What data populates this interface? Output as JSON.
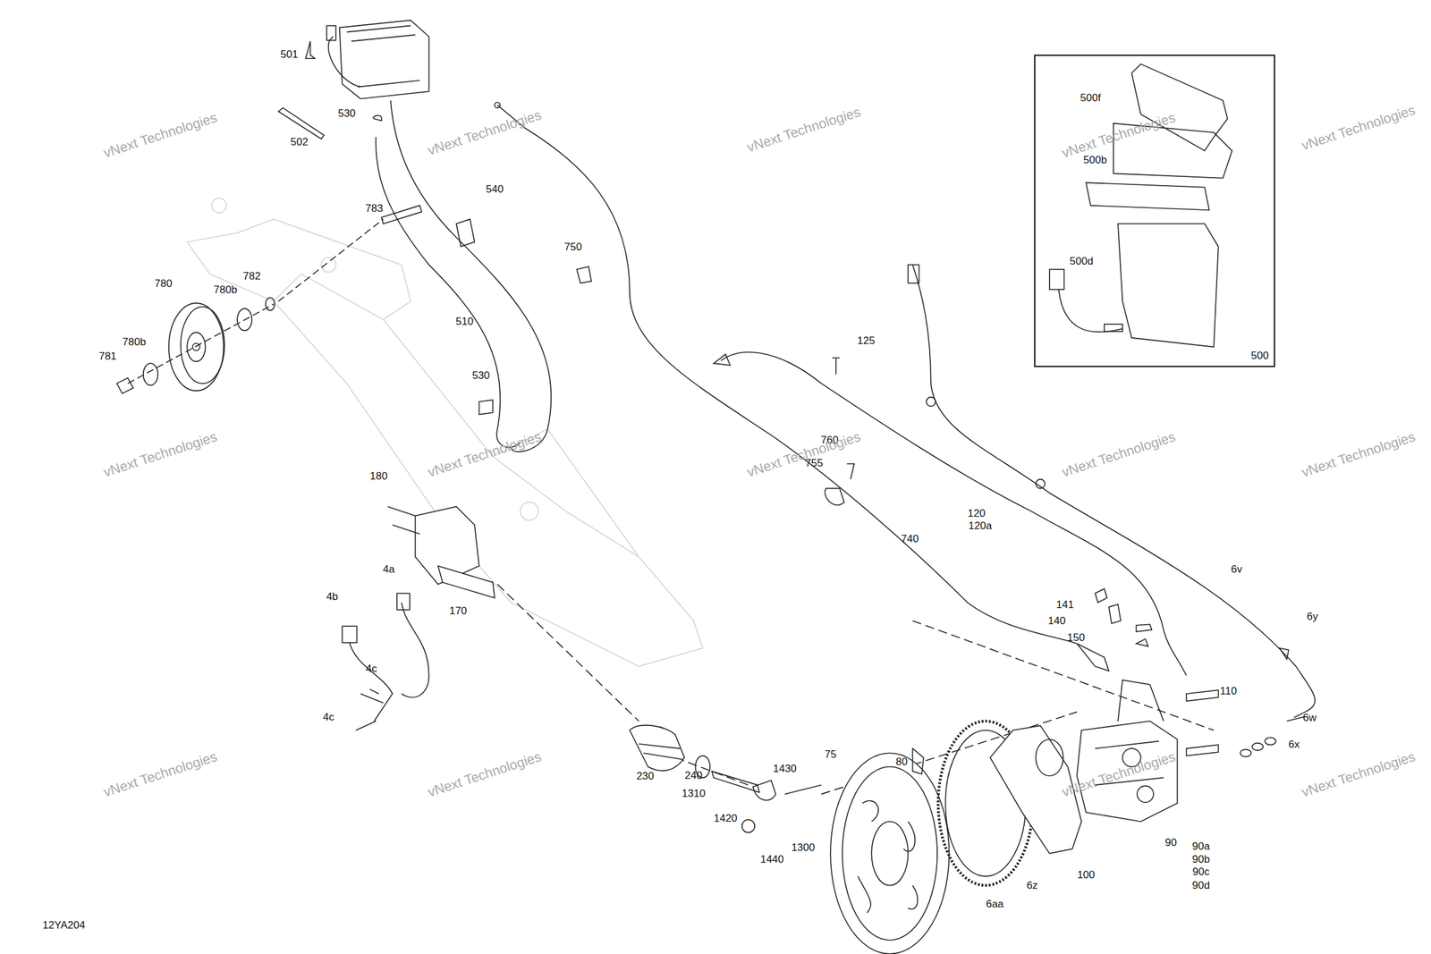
{
  "diagram": {
    "nodes": [
      {
        "text": [
          "500"
        ]
      }
    ],
    "labels": [
      "501",
      "502",
      "530",
      "783",
      "540",
      "750",
      "780",
      "780b",
      "782",
      "781",
      "780b",
      "510",
      "530",
      "125",
      "760",
      "755",
      "120",
      "120a",
      "740",
      "6v",
      "141",
      "140",
      "150",
      "6y",
      "110",
      "6w",
      "6x",
      "180",
      "4a",
      "4b",
      "4c",
      "4c",
      "170",
      "230",
      "240",
      "1310",
      "1430",
      "1420",
      "1300",
      "1440",
      "80",
      "75",
      "6aa",
      "6z",
      "100",
      "90",
      "90a",
      "90b",
      "90c",
      "90d",
      "500f",
      "500b",
      "500d",
      "12YA204",
      "vNext Technologies",
      "vNext Technologies",
      "vNext Technologies",
      "vNext Technologies",
      "vNext Technologies",
      "vNext Technologies",
      "vNext Technologies",
      "vNext Technologies",
      "vNext Technologies",
      "vNext Technologies",
      "vNext Technologies",
      "vNext Technologies",
      "vNext Technologies",
      "vNext Technologies"
    ]
  }
}
